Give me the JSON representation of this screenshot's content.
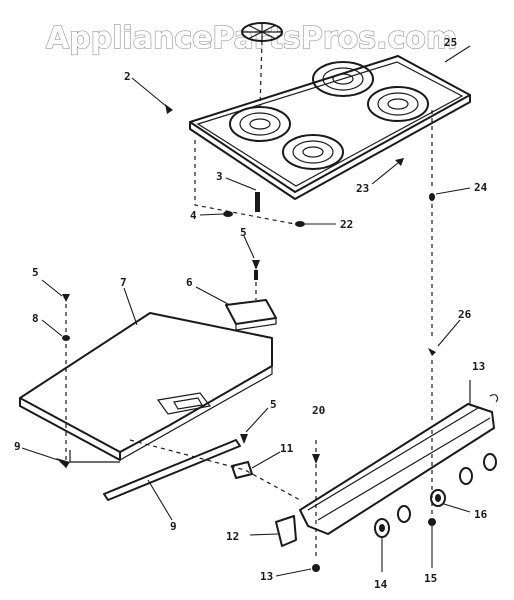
{
  "watermark": "AppliancePartsPros.com",
  "callouts": {
    "c2": "2",
    "c3": "3",
    "c4": "4",
    "c5a": "5",
    "c5b": "5",
    "c5c": "5",
    "c6": "6",
    "c7": "7",
    "c8": "8",
    "c9a": "9",
    "c9b": "9",
    "c11": "11",
    "c12": "12",
    "c13a": "13",
    "c13b": "13",
    "c14": "14",
    "c15": "15",
    "c16": "16",
    "c20": "20",
    "c22": "22",
    "c23": "23",
    "c24": "24",
    "c25": "25",
    "c26": "26"
  }
}
